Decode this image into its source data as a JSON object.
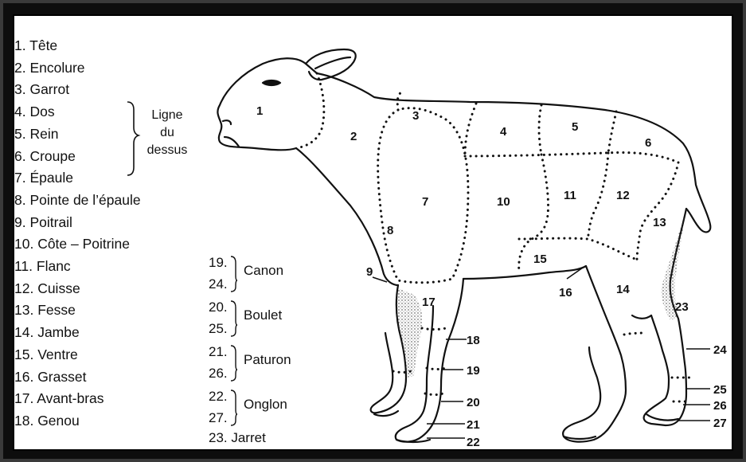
{
  "legend_parts": [
    "1. Tête",
    "2. Encolure",
    "3. Garrot",
    "4. Dos",
    "5. Rein",
    "6. Croupe",
    "7. Épaule",
    "8. Pointe de l’épaule",
    "9. Poitrail",
    "10. Côte – Poitrine",
    "11. Flanc",
    "12. Cuisse",
    "13. Fesse",
    "14. Jambe",
    "15. Ventre",
    "16. Grasset",
    "17. Avant-bras",
    "18. Genou"
  ],
  "top_line": {
    "line1": "Ligne",
    "line2": "du",
    "line3": "dessus"
  },
  "groups": [
    {
      "a": "19.",
      "b": "24.",
      "label": "Canon"
    },
    {
      "a": "20.",
      "b": "25.",
      "label": "Boulet"
    },
    {
      "a": "21.",
      "b": "26.",
      "label": "Paturon"
    },
    {
      "a": "22.",
      "b": "27.",
      "label": "Onglon"
    }
  ],
  "jarret": "23. Jarret",
  "diagram_numbers": {
    "n1": "1",
    "n2": "2",
    "n3": "3",
    "n4": "4",
    "n5": "5",
    "n6": "6",
    "n7": "7",
    "n8": "8",
    "n9": "9",
    "n10": "10",
    "n11": "11",
    "n12": "12",
    "n13": "13",
    "n14": "14",
    "n15": "15",
    "n16": "16",
    "n17": "17",
    "n18": "18",
    "n19": "19",
    "n20": "20",
    "n21": "21",
    "n22": "22",
    "n23": "23",
    "n24": "24",
    "n25": "25",
    "n26": "26",
    "n27": "27"
  }
}
